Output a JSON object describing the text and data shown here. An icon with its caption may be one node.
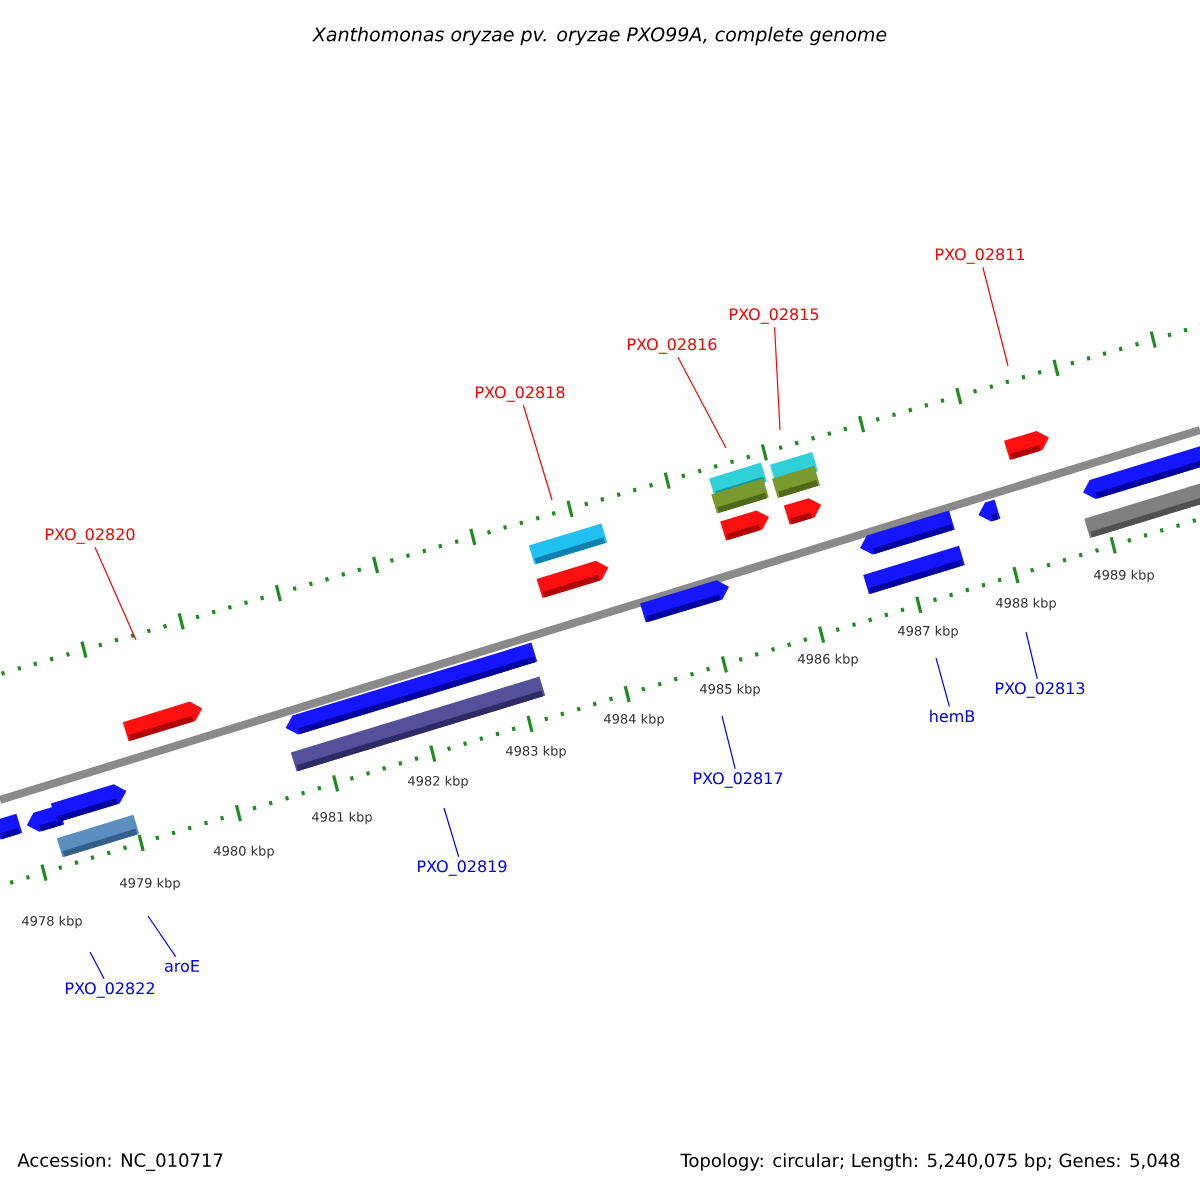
{
  "diagram": {
    "title": "Xanthomonas oryzae pv. oryzae PXO99A, complete genome",
    "nodes": [
      {
        "text": [
          "PXO_02811"
        ]
      },
      {
        "text": [
          "PXO_02815"
        ]
      },
      {
        "text": [
          "PXO_02816"
        ]
      },
      {
        "text": [
          "PXO_02818"
        ]
      },
      {
        "text": [
          "PXO_02820"
        ]
      },
      {
        "text": [
          "PXO_02813"
        ]
      },
      {
        "text": [
          "hemB"
        ]
      },
      {
        "text": [
          "PXO_02817"
        ]
      },
      {
        "text": [
          "PXO_02819"
        ]
      },
      {
        "text": [
          "aroE"
        ]
      },
      {
        "text": [
          "PXO_02822"
        ]
      }
    ],
    "edges": [
      {
        "from": 0,
        "to": null,
        "arrow": "none",
        "color": "#ff0000"
      },
      {
        "from": 1,
        "to": null,
        "arrow": "none",
        "color": "#ff0000"
      },
      {
        "from": 2,
        "to": null,
        "arrow": "none",
        "color": "#ff0000"
      },
      {
        "from": 3,
        "to": null,
        "arrow": "none",
        "color": "#ff0000"
      },
      {
        "from": 4,
        "to": null,
        "arrow": "none",
        "color": "#ff0000"
      },
      {
        "from": 5,
        "to": null,
        "arrow": "none"
      },
      {
        "from": 6,
        "to": null,
        "arrow": "none"
      },
      {
        "from": 7,
        "to": null,
        "arrow": "none"
      },
      {
        "from": 8,
        "to": null,
        "arrow": "none"
      },
      {
        "from": 9,
        "to": null,
        "arrow": "none"
      },
      {
        "from": 10,
        "to": null,
        "arrow": "none"
      }
    ],
    "labels": [
      "4978 kbp",
      "4979 kbp",
      "4980 kbp",
      "4981 kbp",
      "4982 kbp",
      "4983 kbp",
      "4984 kbp",
      "4985 kbp",
      "4986 kbp",
      "4987 kbp",
      "4988 kbp",
      "4989 kbp",
      "Accession: NC_010717",
      "Topology: circular; Length: 5,240,075 bp; Genes: 5,048"
    ]
  }
}
